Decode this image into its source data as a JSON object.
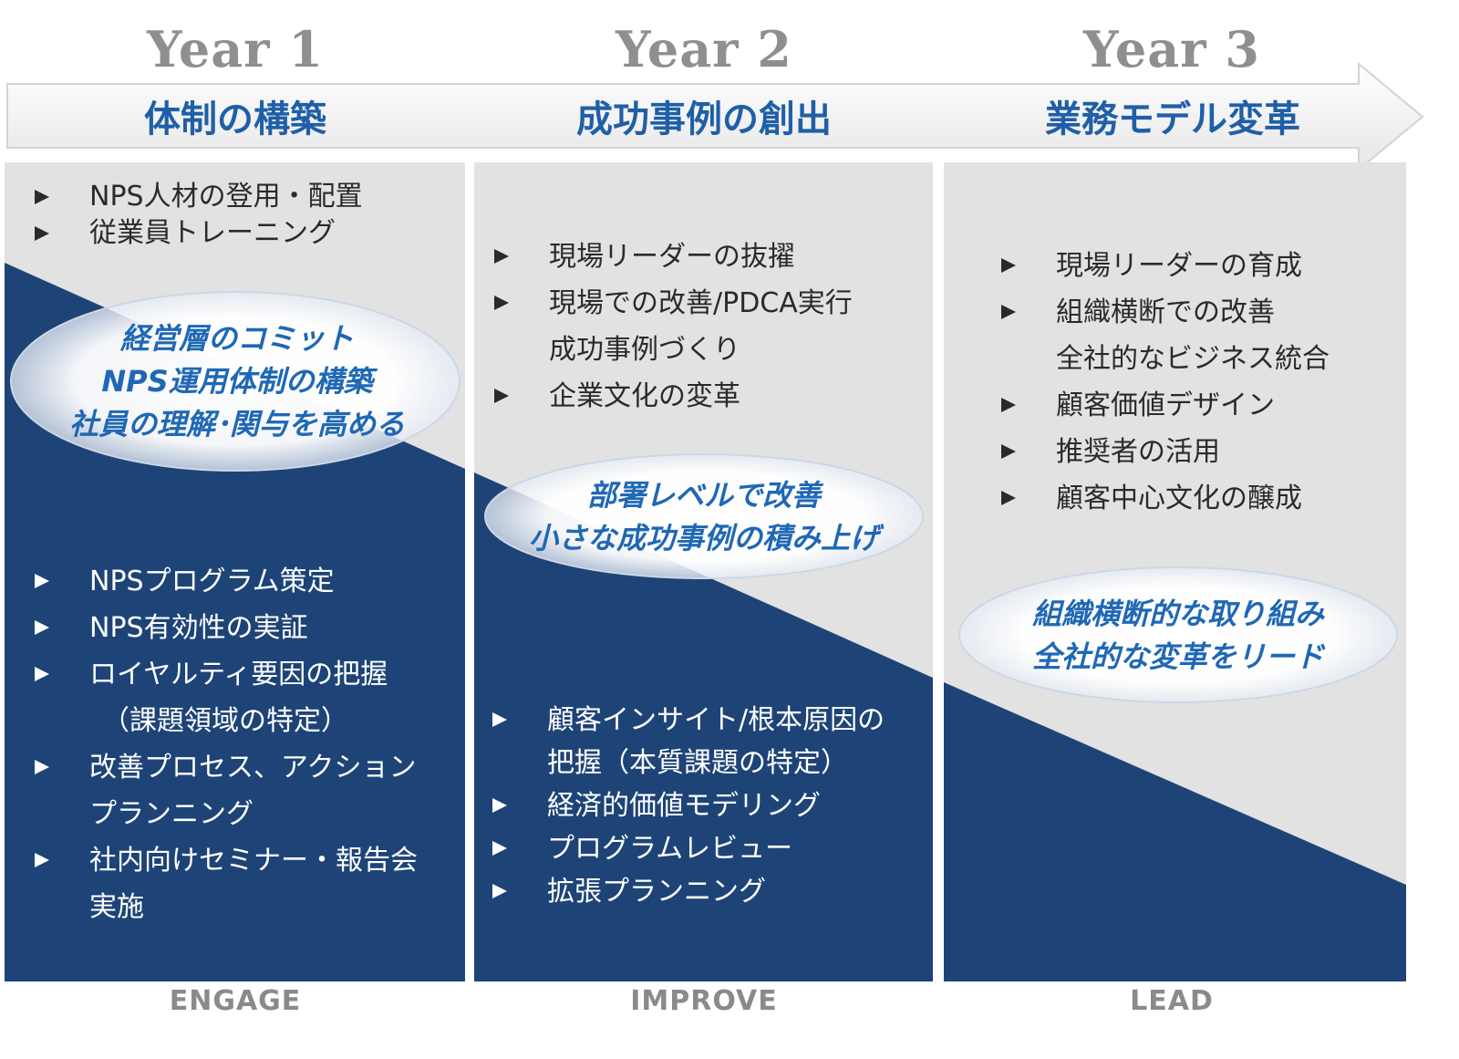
{
  "years": [
    "Year 1",
    "Year 2",
    "Year 3"
  ],
  "phase_titles": [
    "体制の構築",
    "成功事例の創出",
    "業務モデル変革"
  ],
  "col1": {
    "top_items": [
      "NPS人材の登用・配置",
      "従業員トレーニング"
    ],
    "bubble": [
      "経営層のコミット",
      "NPS運用体制の構築",
      "社員の理解･関与を高める"
    ],
    "bottom_items": [
      {
        "text": "NPSプログラム策定"
      },
      {
        "text": "NPS有効性の実証"
      },
      {
        "text": "ロイヤルティ要因の把握",
        "cont": "（課題領域の特定）"
      },
      {
        "text": "改善プロセス、アクション",
        "cont": "プランニング"
      },
      {
        "text": "社内向けセミナー・報告会",
        "cont": "実施"
      }
    ]
  },
  "col2": {
    "top_items": [
      {
        "text": "現場リーダーの抜擢"
      },
      {
        "text": "現場での改善/PDCA実行",
        "cont": "成功事例づくり"
      },
      {
        "text": "企業文化の変革"
      }
    ],
    "bubble": [
      "部署レベルで改善",
      "小さな成功事例の積み上げ"
    ],
    "bottom_items": [
      {
        "text": "顧客インサイト/根本原因の",
        "cont": "把握（本質課題の特定）"
      },
      {
        "text": "経済的価値モデリング"
      },
      {
        "text": "プログラムレビュー"
      },
      {
        "text": "拡張プランニング"
      }
    ]
  },
  "col3": {
    "top_items": [
      {
        "text": "現場リーダーの育成"
      },
      {
        "text": "組織横断での改善",
        "cont": "全社的なビジネス統合"
      },
      {
        "text": "顧客価値デザイン"
      },
      {
        "text": "推奨者の活用"
      },
      {
        "text": "顧客中心文化の醸成"
      }
    ],
    "bubble": [
      "組織横断的な取り組み",
      "全社的な変革をリード"
    ]
  },
  "footers": [
    "ENGAGE",
    "IMPROVE",
    "LEAD"
  ],
  "colors": {
    "navy": "#1e4477",
    "panel_gray": "#e2e2e2",
    "title_blue": "#1f5fa8",
    "bubble_text": "#1f68b5"
  }
}
